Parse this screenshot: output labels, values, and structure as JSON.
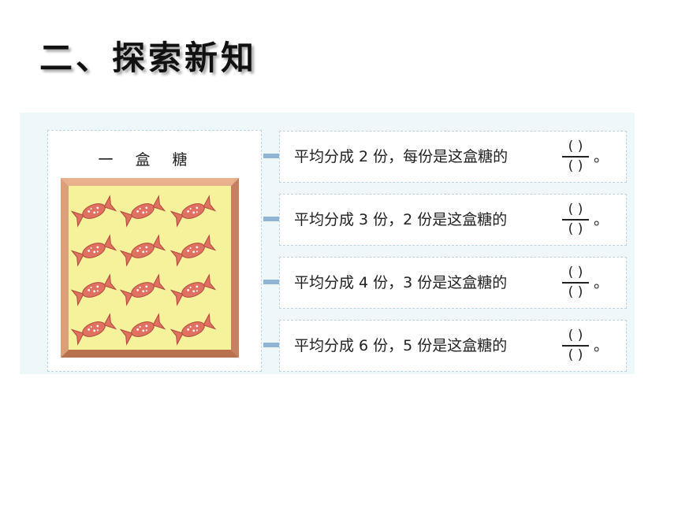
{
  "title": "二、探索新知",
  "box_label": "一盒糖",
  "colors": {
    "panel_bg": "#eef8fb",
    "tray_frame": "#d2906a",
    "tray_inner": "#f6f29c",
    "candy": "#e07060",
    "connector": "#8fb4d6"
  },
  "candy_count": 12,
  "rows": [
    {
      "text": "平均分成 2 份，每份是这盒糖的",
      "numerator": "( )",
      "denominator": "( )",
      "end": "。"
    },
    {
      "text": "平均分成 3 份，2 份是这盒糖的",
      "numerator": "( )",
      "denominator": "( )",
      "end": "。"
    },
    {
      "text": "平均分成 4 份，3 份是这盒糖的",
      "numerator": "( )",
      "denominator": "( )",
      "end": "。"
    },
    {
      "text": "平均分成 6 份，5 份是这盒糖的",
      "numerator": "( )",
      "denominator": "( )",
      "end": "。"
    }
  ]
}
